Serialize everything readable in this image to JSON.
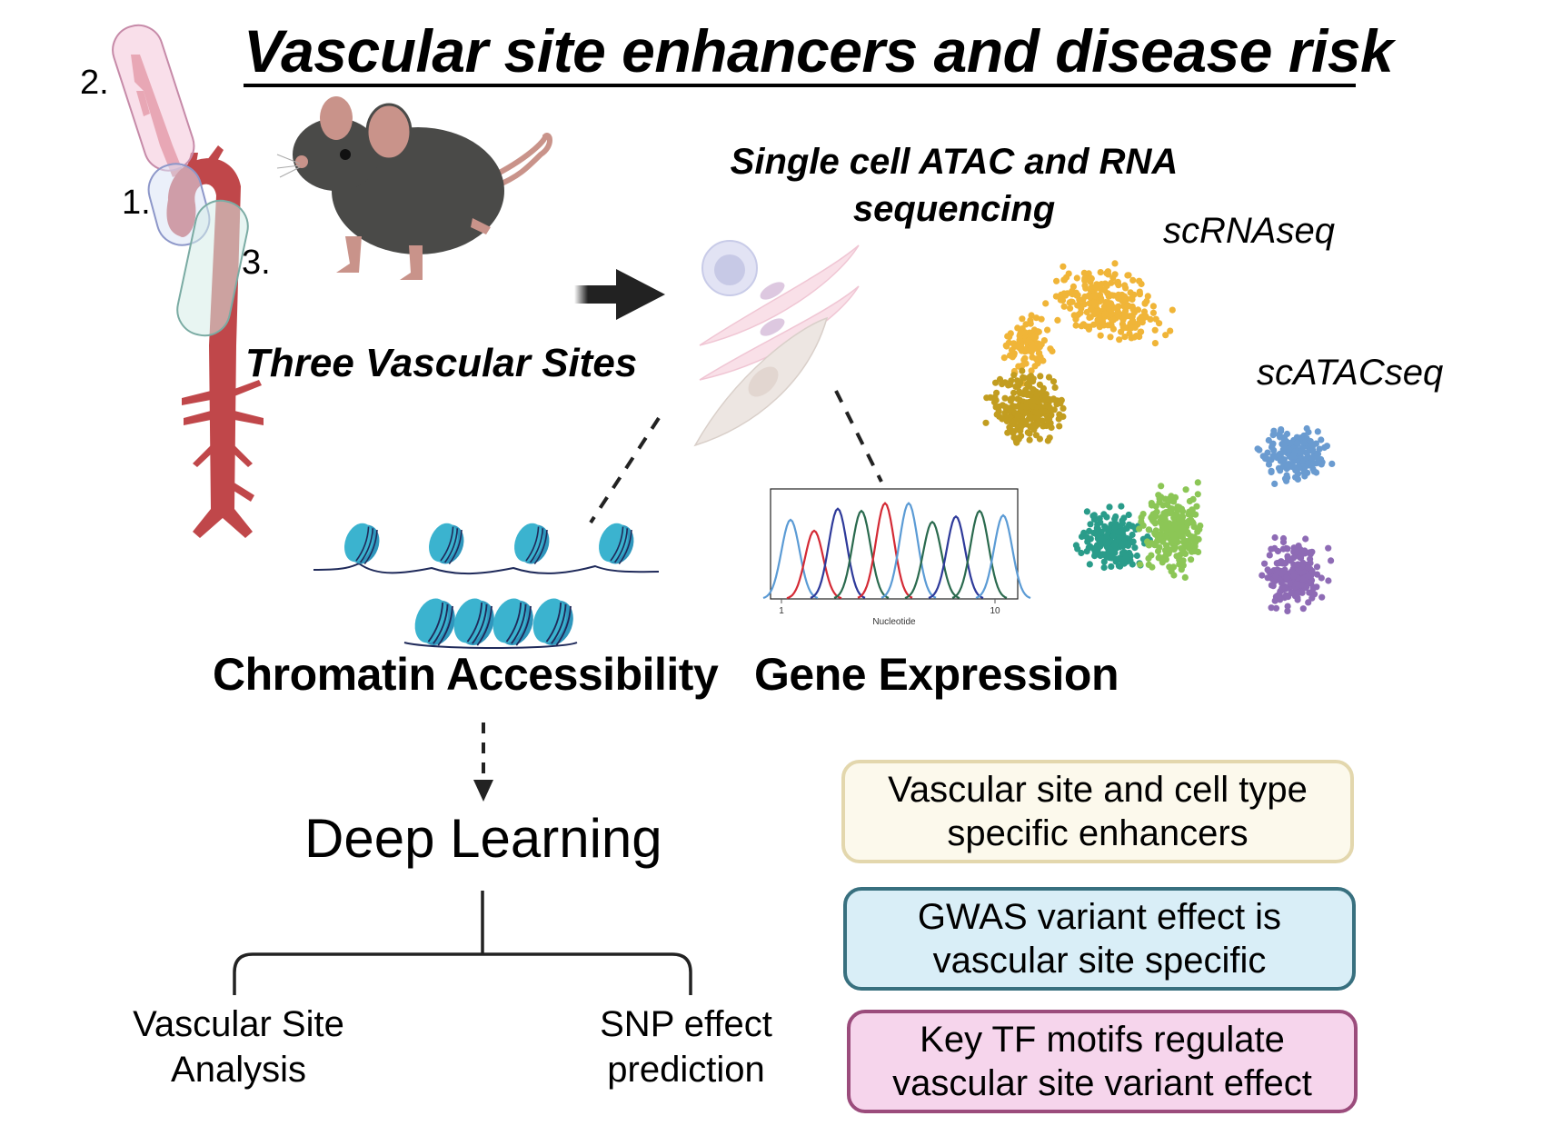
{
  "title": "Vascular site enhancers and disease risk",
  "vascular_sites": {
    "labels": [
      "1.",
      "2.",
      "3."
    ],
    "caption": "Three Vascular Sites"
  },
  "sequencing": {
    "title_line1": "Single cell ATAC and RNA",
    "title_line2": "sequencing",
    "scrna_label": "scRNAseq",
    "scatac_label": "scATACseq"
  },
  "chromatin": {
    "label": "Chromatin Accessibility"
  },
  "gene_expression": {
    "label": "Gene Expression",
    "chromatogram": {
      "xlabel": "Nucleotide",
      "tick_start": "1",
      "tick_end": "10",
      "peak_colors": [
        "#5b9bd5",
        "#d42a35",
        "#2e3a9a",
        "#2a6a4e",
        "#d42a35",
        "#5b9bd5",
        "#2a6a4e",
        "#2e3a9a",
        "#2a6a4e",
        "#5b9bd5"
      ]
    }
  },
  "deep_learning": {
    "label": "Deep Learning",
    "branches": [
      {
        "line1": "Vascular Site",
        "line2": "Analysis"
      },
      {
        "line1": "SNP effect",
        "line2": "prediction"
      }
    ]
  },
  "results": [
    {
      "line1": "Vascular site and cell type",
      "line2": "specific enhancers",
      "bg": "#fcf9ec",
      "border": "#e3d7ad"
    },
    {
      "line1": "GWAS variant effect is",
      "line2": "vascular site specific",
      "bg": "#d9eef7",
      "border": "#38707f"
    },
    {
      "line1": "Key TF motifs regulate",
      "line2": "vascular site variant effect",
      "bg": "#f6d5ec",
      "border": "#9b4c7c"
    }
  ],
  "colors": {
    "artery": "#c0474a",
    "mouse_body": "#4a4a48",
    "mouse_skin": "#c9938a",
    "nucleosome": "#3bb3cf",
    "cluster_rna_light": "#f0b538",
    "cluster_rna_dark": "#c29d20",
    "cluster_atac_blue": "#6a9bd0",
    "cluster_atac_teal": "#2a9c8a",
    "cluster_atac_green": "#8cc656",
    "cluster_atac_purple": "#8e6bb5"
  }
}
